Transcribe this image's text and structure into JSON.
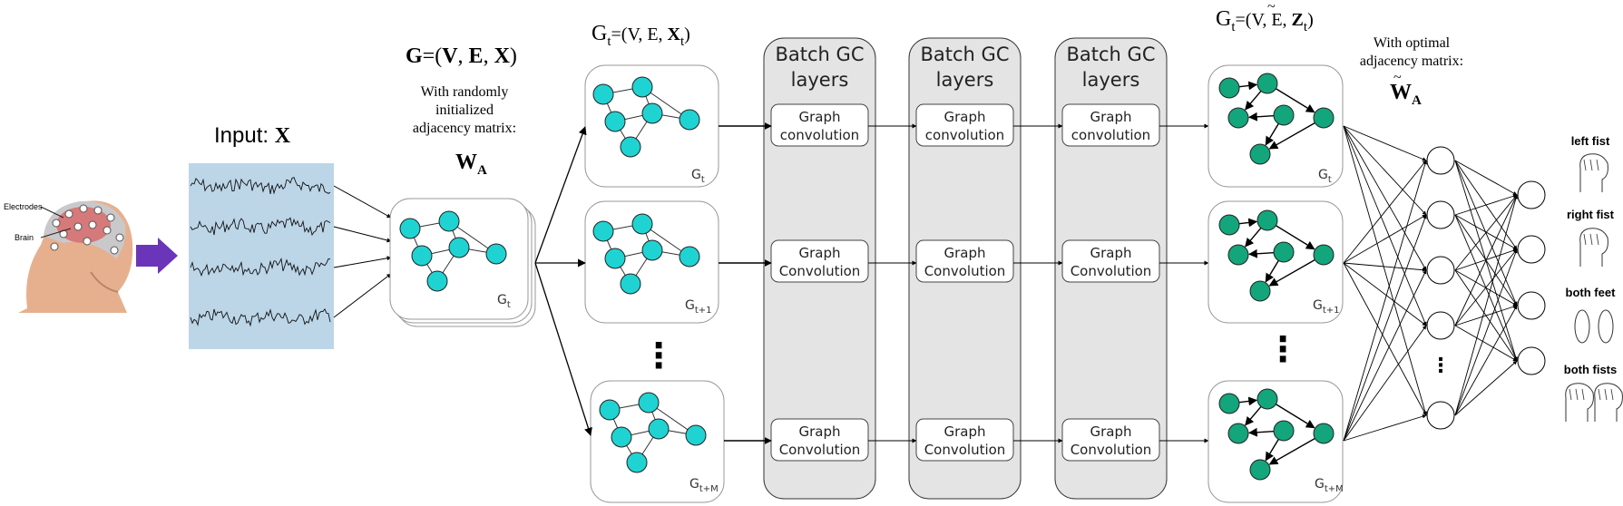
{
  "colors": {
    "cyan_node": "#1fd3d3",
    "green_node": "#13a57b",
    "signal_panel": "#bcd6e8",
    "gc_column": "#e4e4e4",
    "arrow_purple": "#6a35b8"
  },
  "photo": {
    "electrodes_label": "Electrodes",
    "brain_label": "Brain"
  },
  "input": {
    "prefix": "Input: ",
    "symbol": "X"
  },
  "graph_def": {
    "g": "G",
    "eq": "=(",
    "v": "V",
    "comma": ", ",
    "e": "E",
    "x": "X",
    "close": ")"
  },
  "adj_init": {
    "line1": "With randomly",
    "line2": "initialized",
    "line3": "adjacency matrix:",
    "w": "W",
    "w_sub": "A"
  },
  "gt_header": {
    "g": "G",
    "sub": "t",
    "mid": "=(V, E, ",
    "x": "X",
    "x_sub": "t",
    "close": ")"
  },
  "gt_out_header": {
    "g": "G",
    "sub": "t",
    "mid": "=(V, ",
    "e": "E",
    "tilde": "~",
    "comma": ", ",
    "z": "Z",
    "z_sub": "t",
    "close": ")"
  },
  "adj_opt": {
    "line1": "With optimal",
    "line2": "adjacency matrix:",
    "w": "W",
    "tilde": "~",
    "w_sub": "A"
  },
  "graph_labels": {
    "input": {
      "g": "G",
      "sub": "t"
    },
    "row1": {
      "g": "G",
      "sub": "t"
    },
    "row2": {
      "g": "G",
      "sub": "t+1"
    },
    "row3": {
      "g": "G",
      "sub": "t+M"
    }
  },
  "gc_layers": {
    "title_line1": "Batch GC",
    "title_line2": "layers",
    "row1": {
      "line1": "Graph",
      "line2": "convolution"
    },
    "row2": {
      "line1": "Graph",
      "line2": "Convolution"
    },
    "row3": {
      "line1": "Graph",
      "line2": "Convolution"
    }
  },
  "ellipsis": "⋮",
  "classes": {
    "left_fist": "left fist",
    "right_fist": "right fist",
    "both_feet": "both feet",
    "both_fists": "both fists"
  }
}
